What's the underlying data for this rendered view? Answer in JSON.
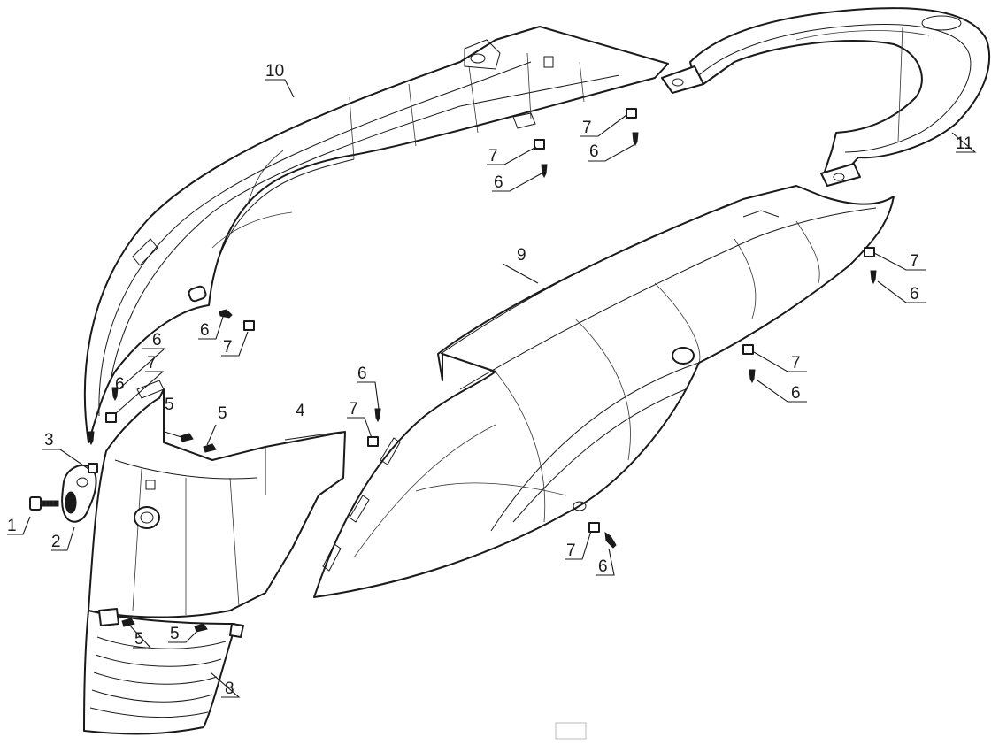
{
  "diagram": {
    "callouts": [
      {
        "id": "c1",
        "text": "1"
      },
      {
        "id": "c2",
        "text": "2"
      },
      {
        "id": "c3",
        "text": "3"
      },
      {
        "id": "c4",
        "text": "4"
      },
      {
        "id": "c5a",
        "text": "5"
      },
      {
        "id": "c5b",
        "text": "5"
      },
      {
        "id": "c5c",
        "text": "5"
      },
      {
        "id": "c5d",
        "text": "5"
      },
      {
        "id": "c6a",
        "text": "6"
      },
      {
        "id": "c6b",
        "text": "6"
      },
      {
        "id": "c6c",
        "text": "6"
      },
      {
        "id": "c6d",
        "text": "6"
      },
      {
        "id": "c6e",
        "text": "6"
      },
      {
        "id": "c6f",
        "text": "6"
      },
      {
        "id": "c6g",
        "text": "6"
      },
      {
        "id": "c6h",
        "text": "6"
      },
      {
        "id": "c6i",
        "text": "6"
      },
      {
        "id": "c7a",
        "text": "7"
      },
      {
        "id": "c7b",
        "text": "7"
      },
      {
        "id": "c7c",
        "text": "7"
      },
      {
        "id": "c7d",
        "text": "7"
      },
      {
        "id": "c7e",
        "text": "7"
      },
      {
        "id": "c7f",
        "text": "7"
      },
      {
        "id": "c7g",
        "text": "7"
      },
      {
        "id": "c7h",
        "text": "7"
      },
      {
        "id": "c8",
        "text": "8"
      },
      {
        "id": "c9",
        "text": "9"
      },
      {
        "id": "c10",
        "text": "10"
      },
      {
        "id": "c11",
        "text": "11"
      }
    ]
  }
}
